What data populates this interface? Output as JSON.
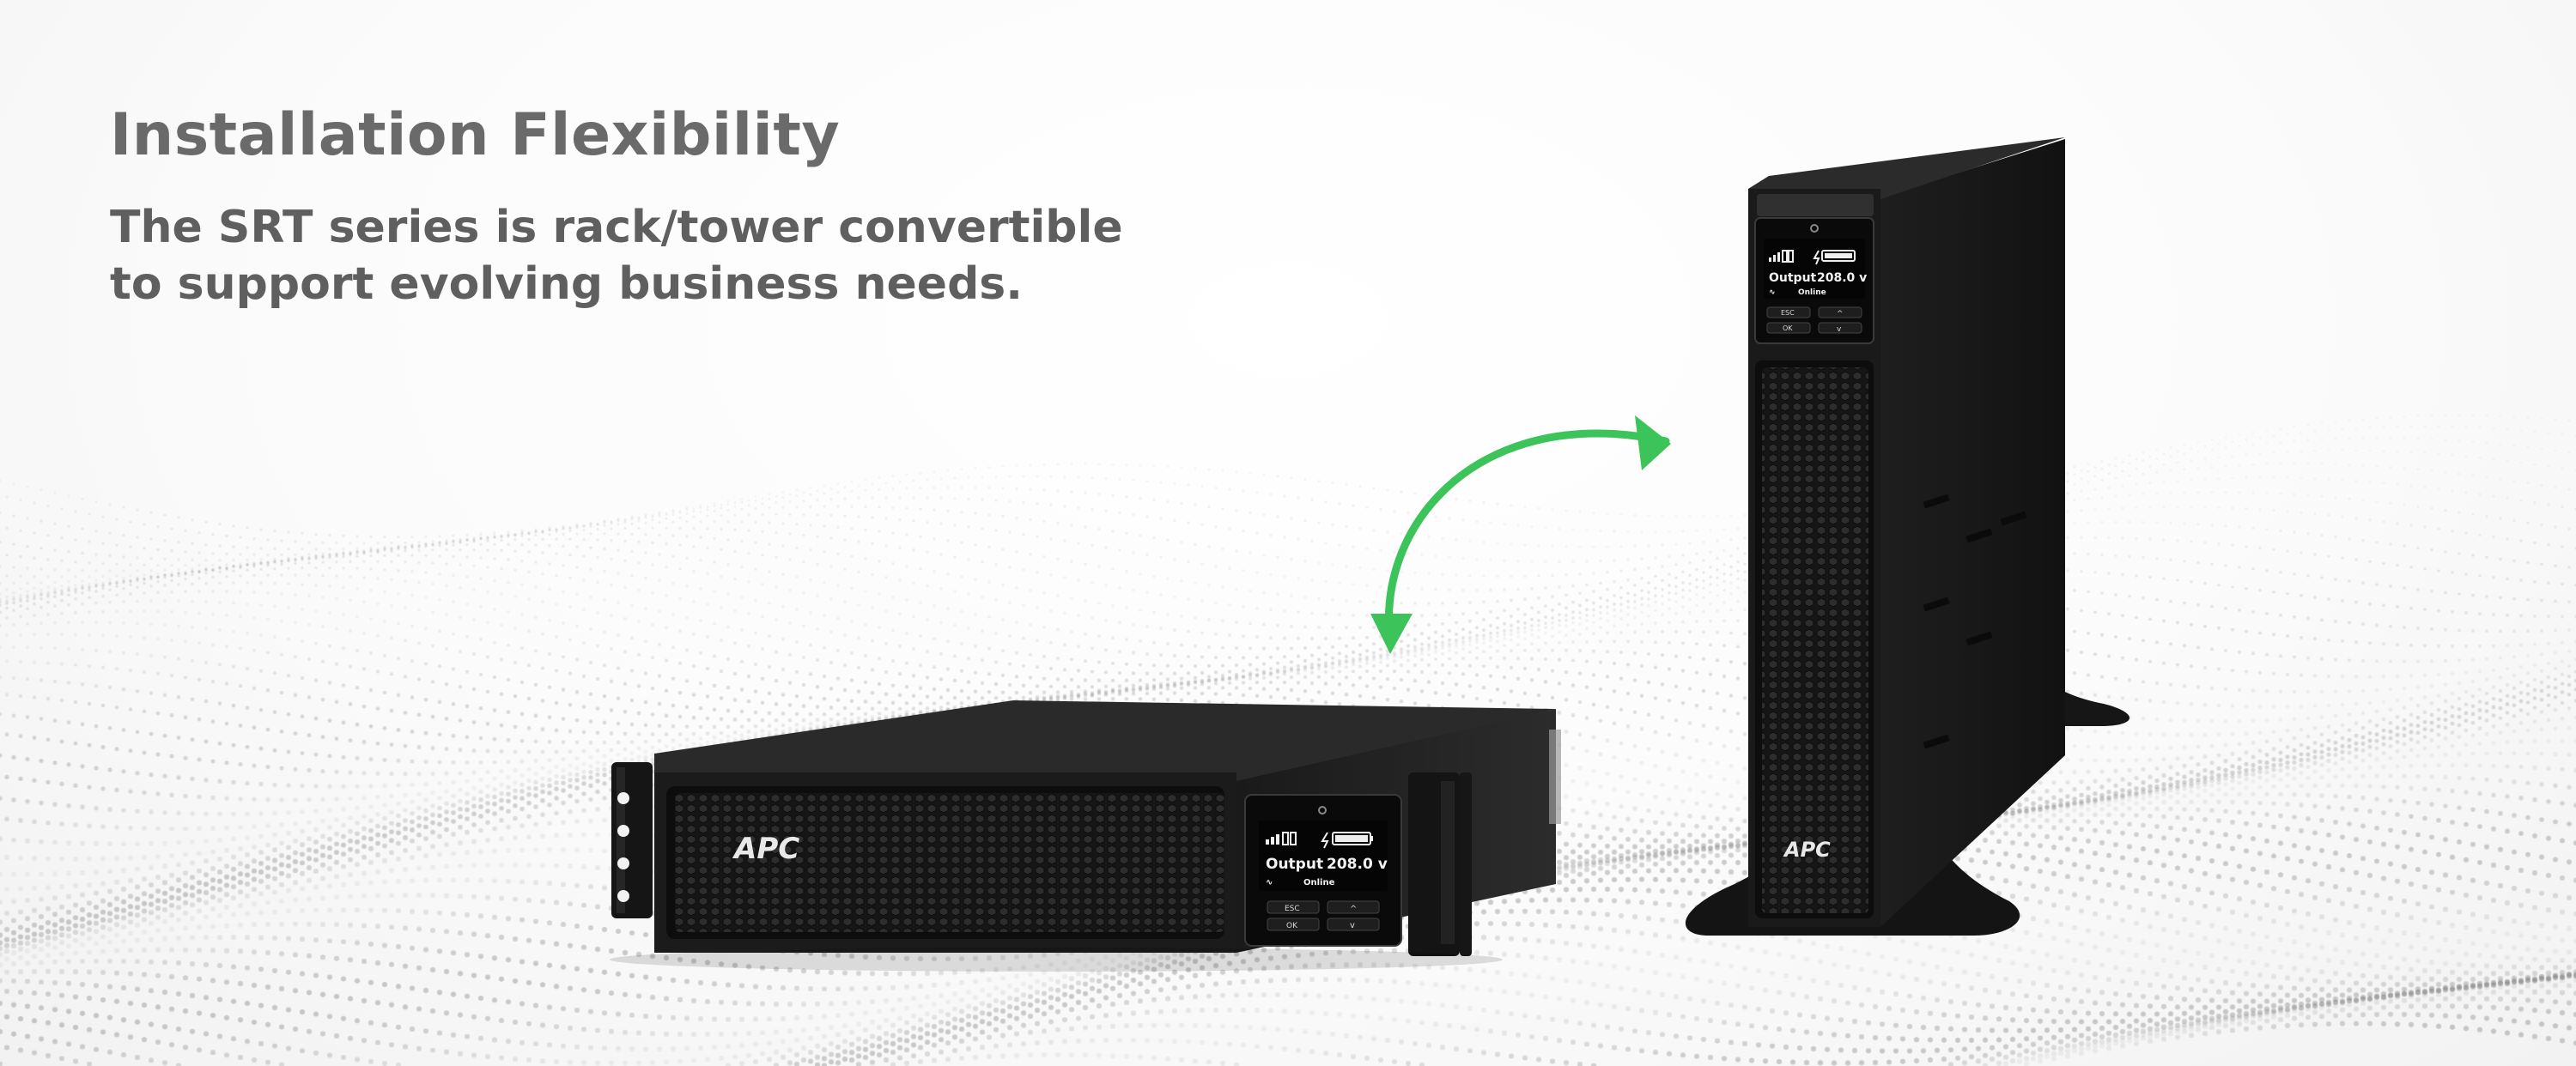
{
  "banner": {
    "heading": "Installation Flexibility",
    "description": "The SRT series is rack/tower convertible to support evolving business needs.",
    "accent_color": "#3cc45a"
  },
  "rack_unit": {
    "logo": "APC",
    "display": {
      "output_label": "Output",
      "output_value": "208.0 v",
      "status": "Online",
      "btn_esc": "ESC",
      "btn_ok": "OK",
      "btn_up": "^",
      "btn_down": "v"
    }
  },
  "tower_unit": {
    "logo": "APC",
    "display": {
      "output_label": "Output",
      "output_value": "208.0 v",
      "status": "Online",
      "btn_esc": "ESC",
      "btn_ok": "OK",
      "btn_up": "^",
      "btn_down": "v"
    }
  },
  "icons": {
    "arrow": "curved-double-arrow-icon"
  }
}
